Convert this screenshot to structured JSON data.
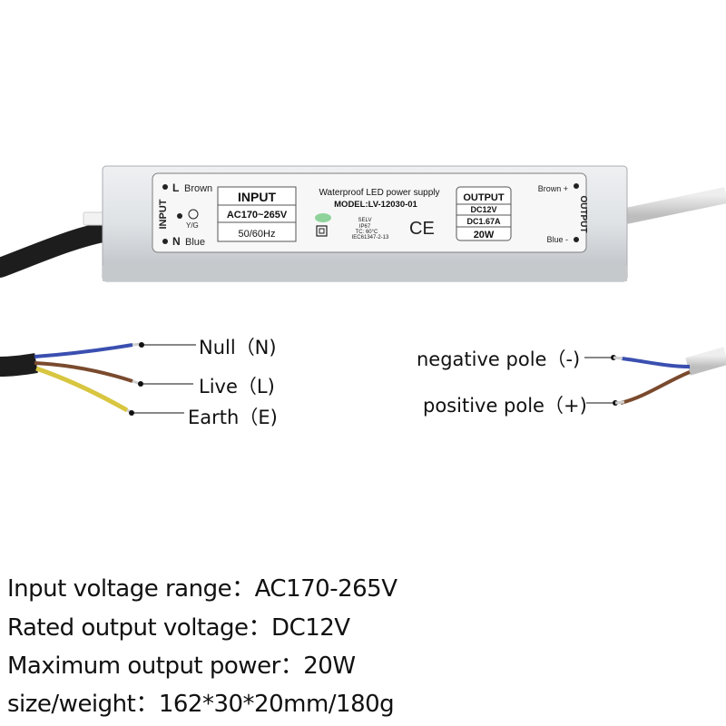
{
  "device": {
    "input_side_label": "INPUT",
    "output_side_label": "OUTPUT",
    "terminal_l": "L",
    "terminal_l_color": "Brown",
    "terminal_earth": "Y/G",
    "terminal_n": "N",
    "terminal_n_color": "Blue",
    "input_box_title": "INPUT",
    "input_voltage": "AC170~265V",
    "input_frequency": "50/60Hz",
    "product_name": "Waterproof LED power supply",
    "model": "MODEL:LV-12030-01",
    "certifications": [
      "SELV",
      "IP67",
      "TC: 60°C",
      "IEC61347-2-13"
    ],
    "ce_mark": "CE",
    "output_box_title": "OUTPUT",
    "output_voltage": "DC12V",
    "output_current": "DC1.67A",
    "output_power": "20W",
    "output_positive": "Brown +",
    "output_negative": "Blue -"
  },
  "wire_labels": {
    "null": "Null（N)",
    "live": "Live（L)",
    "earth": "Earth（E)",
    "negative": "negative pole（-)",
    "positive": "positive pole（+)"
  },
  "specs": [
    "Input voltage range：AC170-265V",
    "Rated output voltage：DC12V",
    "Maximum output power：20W",
    "size/weight：162*30*20mm/180g"
  ],
  "colors": {
    "brown_wire": "#7a4a2e",
    "blue_wire": "#3a4fb0",
    "yellow_wire": "#d8c640",
    "black_cable": "#1d1d1d",
    "grey_cable": "#d4d4d4",
    "housing": "#d9dcdf"
  }
}
